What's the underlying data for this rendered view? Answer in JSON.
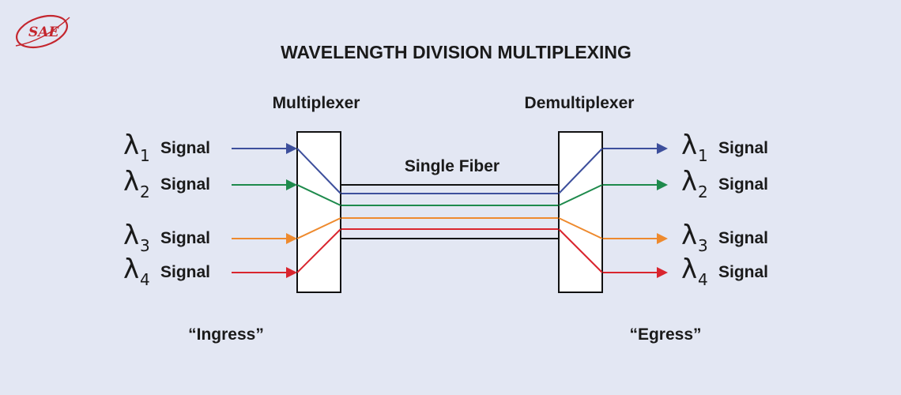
{
  "logo": {
    "text": "SAE",
    "color": "#c4262e"
  },
  "title": "WAVELENGTH DIVISION MULTIPLEXING",
  "multiplexer_label": "Multiplexer",
  "demultiplexer_label": "Demultiplexer",
  "fiber_label": "Single Fiber",
  "ingress_label": "“Ingress”",
  "egress_label": "“Egress”",
  "lambda_symbol": "λ",
  "channels": [
    {
      "subscript": "1",
      "label": "Signal",
      "color": "#3d4f9c"
    },
    {
      "subscript": "2",
      "label": "Signal",
      "color": "#1e8a4c"
    },
    {
      "subscript": "3",
      "label": "Signal",
      "color": "#ee8a2e"
    },
    {
      "subscript": "4",
      "label": "Signal",
      "color": "#d9252e"
    }
  ]
}
